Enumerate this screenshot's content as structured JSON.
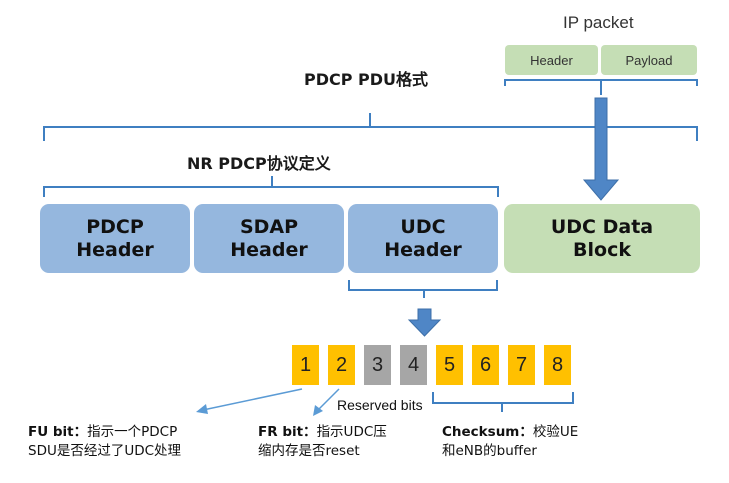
{
  "ip_packet": {
    "title": "IP packet",
    "fields": [
      "Header",
      "Payload"
    ]
  },
  "pdcp_pdu_title": "PDCP PDU格式",
  "nr_pdcp_title": "NR PDCP协议定义",
  "blocks": [
    {
      "label": "PDCP\nHeader"
    },
    {
      "label": "SDAP\nHeader"
    },
    {
      "label": "UDC\nHeader"
    },
    {
      "label": "UDC Data\nBlock"
    }
  ],
  "bits": [
    {
      "label": "1",
      "color": "#ffc000"
    },
    {
      "label": "2",
      "color": "#ffc000"
    },
    {
      "label": "3",
      "color": "#a6a6a6"
    },
    {
      "label": "4",
      "color": "#a6a6a6"
    },
    {
      "label": "5",
      "color": "#ffc000"
    },
    {
      "label": "6",
      "color": "#ffc000"
    },
    {
      "label": "7",
      "color": "#ffc000"
    },
    {
      "label": "8",
      "color": "#ffc000"
    }
  ],
  "reserved_bits_label": "Reserved bits",
  "notes": {
    "fu": {
      "term": "FU bit：",
      "line1": "指示一个PDCP",
      "line2": "SDU是否经过了UDC处理"
    },
    "fr": {
      "term": "FR bit：",
      "line1": "指示UDC压",
      "line2": "缩内存是否reset"
    },
    "checksum": {
      "term": "Checksum：",
      "line1": "校验UE",
      "line2": "和eNB的buffer"
    }
  },
  "colors": {
    "bracket": "#3f7fc1",
    "arrow": "#4f86c6",
    "block_blue": "#95b7de",
    "block_green": "#c5deb5"
  }
}
